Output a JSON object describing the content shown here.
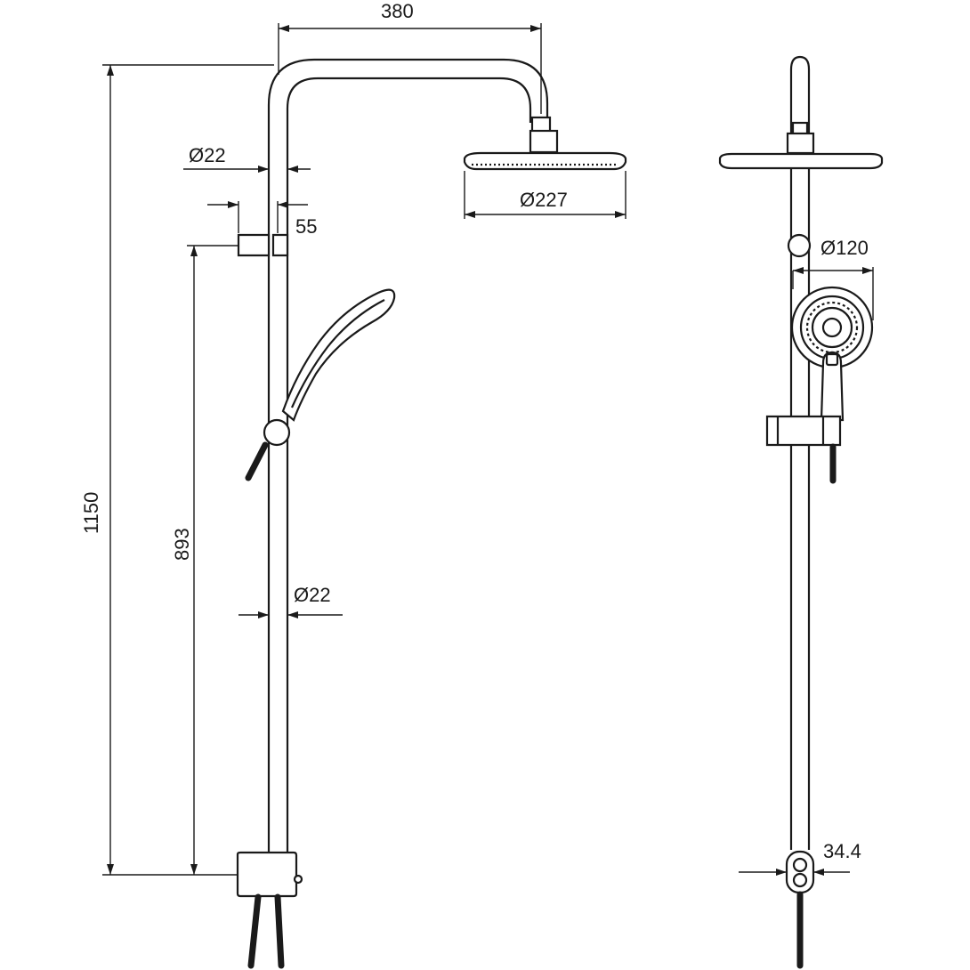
{
  "dimensions": {
    "top_width": "380",
    "pipe_diameter_top": "Ø22",
    "bracket_offset": "55",
    "head_diameter": "Ø227",
    "total_height": "1150",
    "slide_height": "893",
    "pipe_diameter_bottom": "Ø22",
    "hand_shower_diameter": "Ø120",
    "connector_width": "34.4"
  }
}
